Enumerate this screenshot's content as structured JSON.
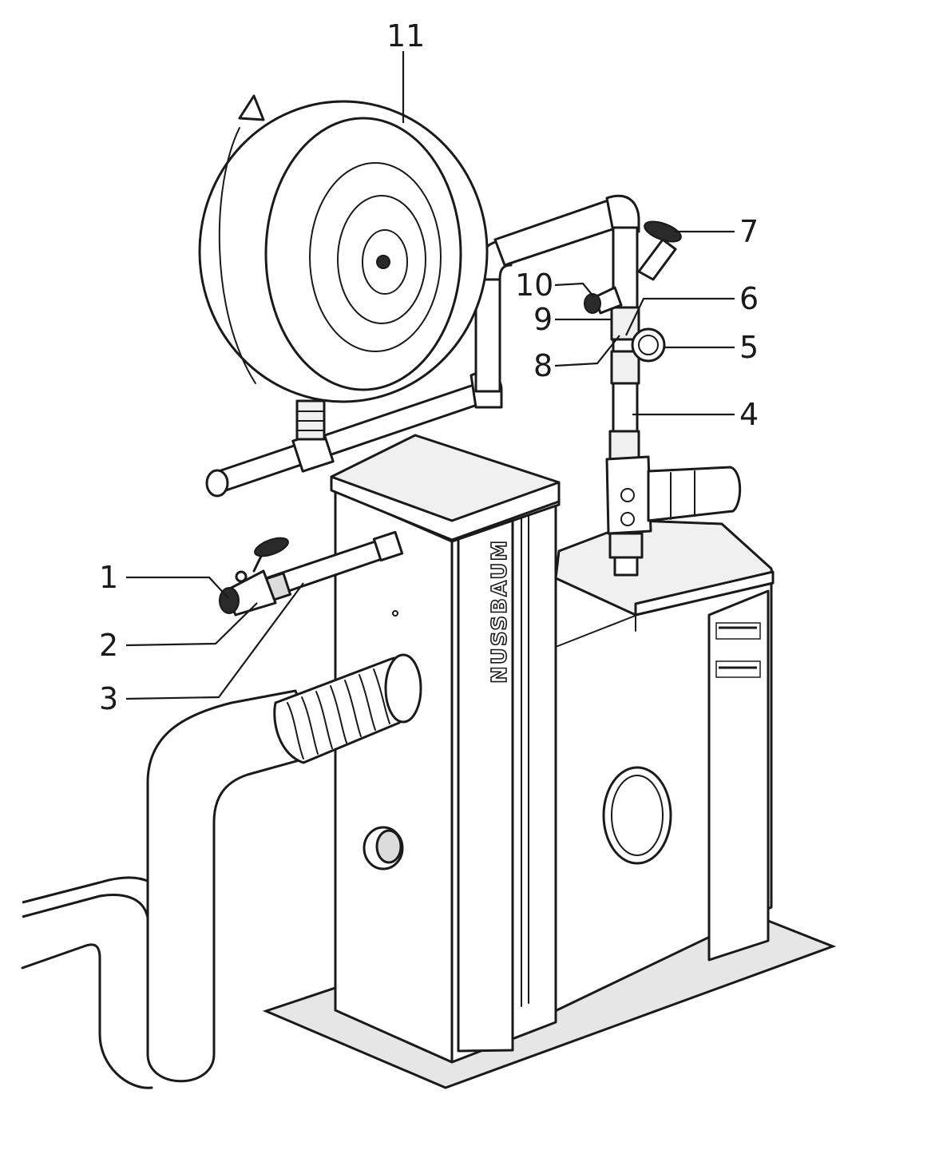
{
  "brand_label": "NUSSBAUM",
  "callouts": [
    {
      "id": "1",
      "text": "1"
    },
    {
      "id": "2",
      "text": "2"
    },
    {
      "id": "3",
      "text": "3"
    },
    {
      "id": "4",
      "text": "4"
    },
    {
      "id": "5",
      "text": "5"
    },
    {
      "id": "6",
      "text": "6"
    },
    {
      "id": "7",
      "text": "7"
    },
    {
      "id": "8",
      "text": "8"
    },
    {
      "id": "9",
      "text": "9"
    },
    {
      "id": "10",
      "text": "10"
    },
    {
      "id": "11",
      "text": "11"
    }
  ],
  "colors": {
    "line": "#1a1a1a",
    "floor": "#e6e6e6",
    "body": "#ffffff"
  }
}
